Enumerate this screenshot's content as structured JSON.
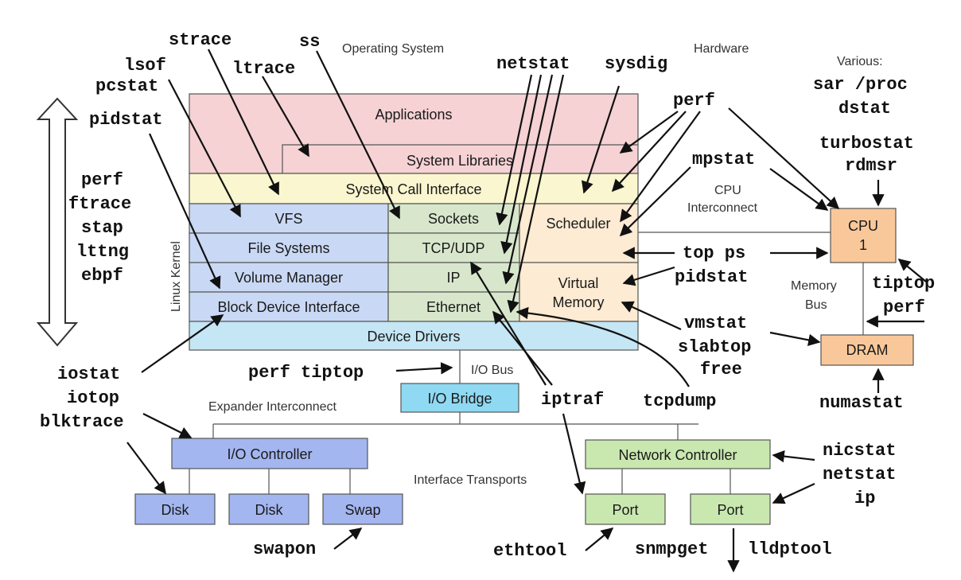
{
  "regions": {
    "os": "Operating System",
    "hardware": "Hardware",
    "various": "Various:",
    "linux_kernel": "Linux Kernel",
    "cpu_interconnect_1": "CPU",
    "cpu_interconnect_2": "Interconnect",
    "memory_bus_1": "Memory",
    "memory_bus_2": "Bus",
    "io_bus": "I/O Bus",
    "expander": "Expander Interconnect",
    "interface_transports": "Interface Transports"
  },
  "components": {
    "applications": "Applications",
    "system_libraries": "System Libraries",
    "syscall": "System Call Interface",
    "vfs": "VFS",
    "file_systems": "File Systems",
    "volume_manager": "Volume Manager",
    "block_device": "Block Device Interface",
    "sockets": "Sockets",
    "tcp_udp": "TCP/UDP",
    "ip": "IP",
    "ethernet": "Ethernet",
    "scheduler": "Scheduler",
    "virtual_memory_1": "Virtual",
    "virtual_memory_2": "Memory",
    "device_drivers": "Device Drivers",
    "cpu_1": "CPU",
    "cpu_2": "1",
    "dram": "DRAM",
    "io_bridge": "I/O Bridge",
    "io_controller": "I/O Controller",
    "disk_1": "Disk",
    "disk_2": "Disk",
    "swap": "Swap",
    "network_controller": "Network Controller",
    "port_1": "Port",
    "port_2": "Port"
  },
  "tools": {
    "strace": "strace",
    "ss": "ss",
    "lsof": "lsof",
    "pcstat": "pcstat",
    "ltrace": "ltrace",
    "pidstat_top": "pidstat",
    "perf_left": "perf",
    "ftrace": "ftrace",
    "stap": "stap",
    "lttng": "lttng",
    "ebpf": "ebpf",
    "netstat_top": "netstat",
    "sysdig": "sysdig",
    "perf_top": "perf",
    "sar_proc": "sar /proc",
    "dstat": "dstat",
    "turbostat": "turbostat",
    "rdmsr": "rdmsr",
    "mpstat": "mpstat",
    "top_ps": "top ps",
    "pidstat_right": "pidstat",
    "tiptop": "tiptop",
    "perf_right": "perf",
    "vmstat": "vmstat",
    "slabtop": "slabtop",
    "free": "free",
    "numastat": "numastat",
    "perf_tiptop": "perf tiptop",
    "iostat": "iostat",
    "iotop": "iotop",
    "blktrace": "blktrace",
    "iptraf": "iptraf",
    "tcpdump": "tcpdump",
    "nicstat": "nicstat",
    "netstat_right": "netstat",
    "ip_tool": "ip",
    "swapon": "swapon",
    "ethtool": "ethtool",
    "snmpget": "snmpget",
    "lldptool": "lldptool"
  },
  "colors": {
    "applications": "#f6d2d4",
    "syscall": "#faf6cf",
    "vfs_stack": "#c9d8f4",
    "network_stack": "#d8e7cc",
    "sched_vm": "#fdebd3",
    "device_drivers": "#c5e6f4",
    "cpu_dram": "#f9c89a",
    "io_bridge": "#8fd9f2",
    "io_controller": "#a4b6f0",
    "network_controller": "#c9e8b0"
  }
}
